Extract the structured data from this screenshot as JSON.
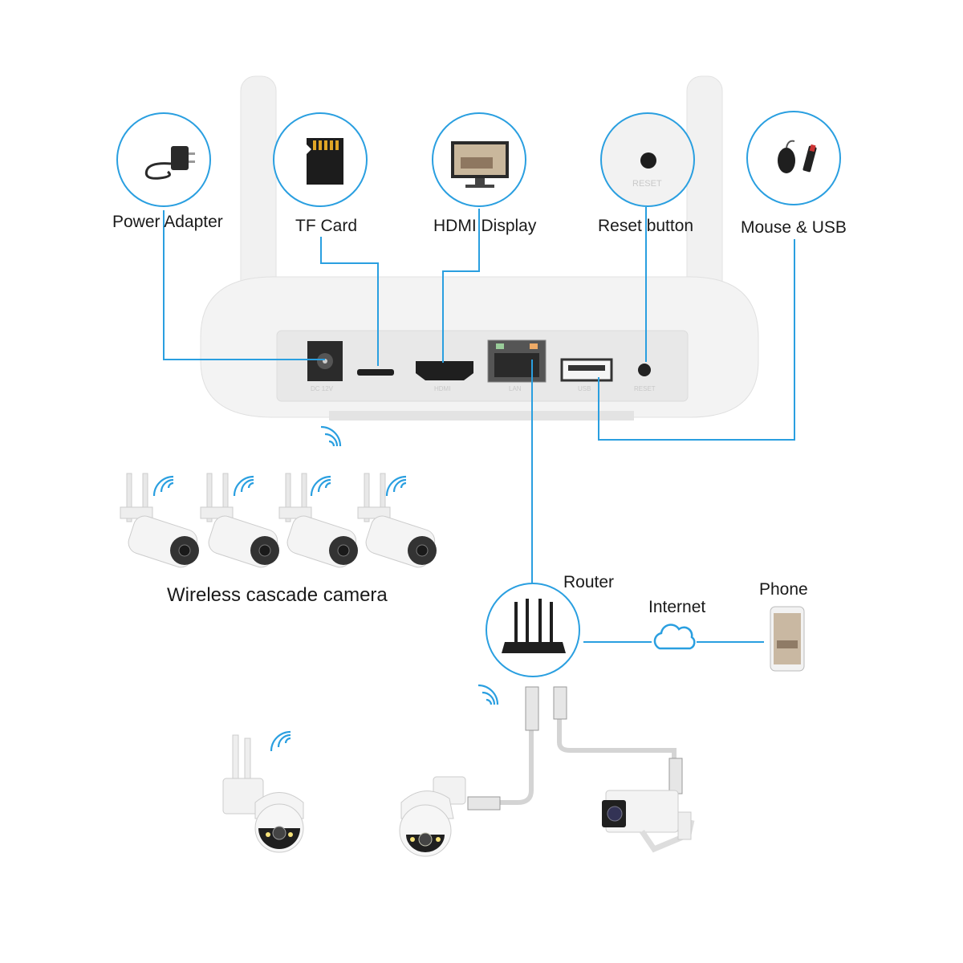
{
  "ports": {
    "power_adapter": "Power Adapter",
    "tf_card": "TF Card",
    "hdmi_display": "HDMI Display",
    "reset_button": "Reset button",
    "mouse_usb": "Mouse & USB"
  },
  "device_labels": {
    "dc": "DC 12V",
    "hdmi": "HDMI",
    "lan": "LAN",
    "usb": "USB",
    "reset": "RESET"
  },
  "network": {
    "router": "Router",
    "internet": "Internet",
    "phone": "Phone"
  },
  "cameras": {
    "cascade_caption": "Wireless cascade camera"
  },
  "colors": {
    "accent": "#2a9fe0",
    "device": "#ececec"
  }
}
